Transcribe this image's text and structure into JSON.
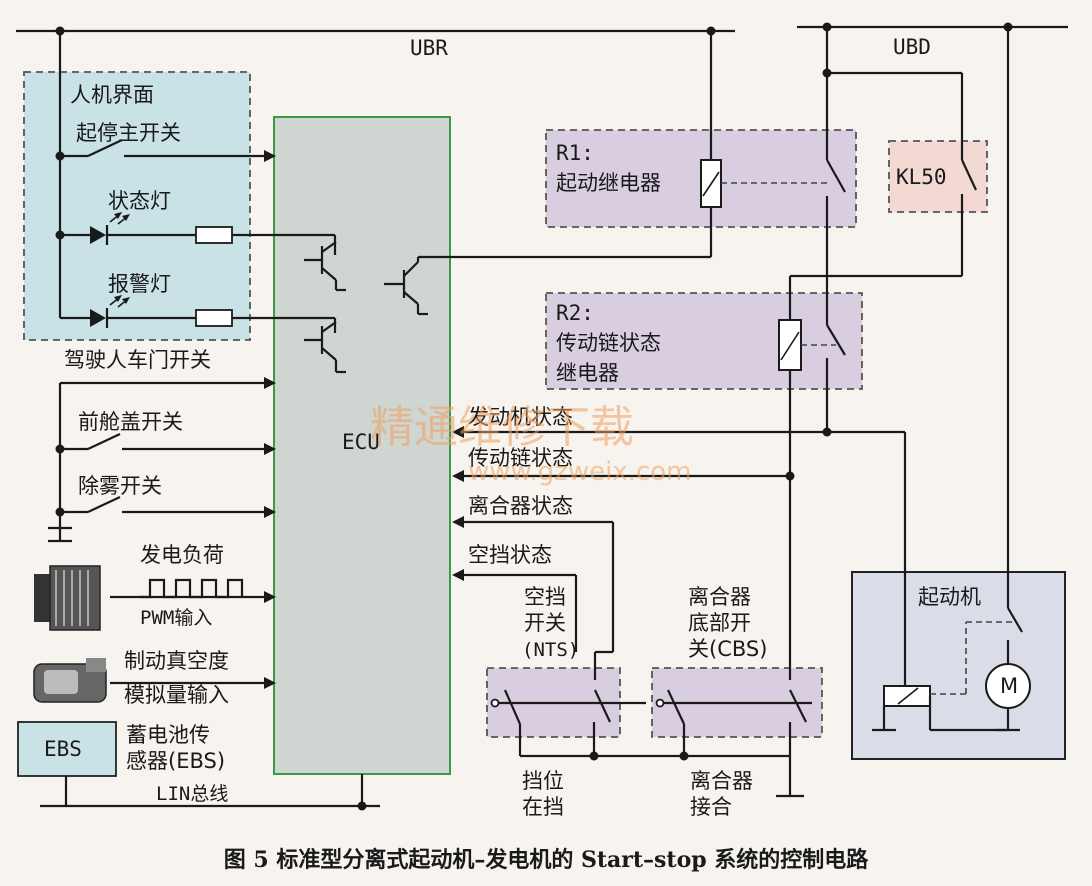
{
  "bus": {
    "ubr": "UBR",
    "ubd": "UBD",
    "lin": "LIN总线"
  },
  "hmi": {
    "title": "人机界面",
    "start_stop_switch": "起停主开关",
    "status_lamp": "状态灯",
    "warning_lamp": "报警灯"
  },
  "inputs": {
    "driver_door": "驾驶人车门开关",
    "hood": "前舱盖开关",
    "defog": "除雾开关",
    "gen_load": "发电负荷",
    "pwm": "PWM输入",
    "brake_vac": "制动真空度",
    "analog": "模拟量输入",
    "battery_sensor_1": "蓄电池传",
    "battery_sensor_2": "感器(EBS)",
    "ebs_box": "EBS"
  },
  "ecu": {
    "label": "ECU"
  },
  "relays": {
    "r1_id": "R1:",
    "r1_name": "起动继电器",
    "r2_id": "R2:",
    "r2_name_1": "传动链状态",
    "r2_name_2": "继电器",
    "kl50": "KL50"
  },
  "signals": {
    "engine_state": "发动机状态",
    "driveline_state": "传动链状态",
    "clutch_state": "离合器状态",
    "neutral_state": "空挡状态"
  },
  "switches": {
    "nts_1": "空挡",
    "nts_2": "开关",
    "nts_3": "(NTS)",
    "cbs_1": "离合器",
    "cbs_2": "底部开",
    "cbs_3": "关(CBS)",
    "gear_in_1": "挡位",
    "gear_in_2": "在挡",
    "clutch_eng_1": "离合器",
    "clutch_eng_2": "接合"
  },
  "starter": {
    "label": "起动机",
    "motor": "M"
  },
  "watermark": {
    "title": "精通维修下载",
    "url": "www.gzweix.com"
  },
  "caption": "图 5   标准型分离式起动机–发电机的 Start–stop 系统的控制电路",
  "colors": {
    "hmi_fill": "#c9e2e6",
    "relay_fill": "#d9cde0",
    "kl50_fill": "#f3d8d4",
    "ecu_border": "#3a9a4a",
    "watermark": "#f0a060"
  }
}
